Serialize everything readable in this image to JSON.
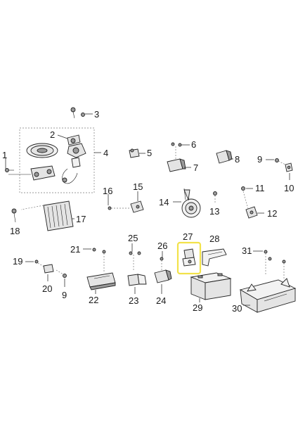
{
  "diagram": {
    "callouts": {
      "c1": "1",
      "c2": "2",
      "c3": "3",
      "c4": "4",
      "c5": "5",
      "c6": "6",
      "c7": "7",
      "c8": "8",
      "c9a": "9",
      "c9b": "9",
      "c10": "10",
      "c11": "11",
      "c12": "12",
      "c13": "13",
      "c14": "14",
      "c15": "15",
      "c16": "16",
      "c17": "17",
      "c18": "18",
      "c19": "19",
      "c20": "20",
      "c21": "21",
      "c22": "22",
      "c23": "23",
      "c24": "24",
      "c25": "25",
      "c26": "26",
      "c27": "27",
      "c28": "28",
      "c29": "29",
      "c30": "30",
      "c31": "31"
    },
    "highlight": {
      "part": "27",
      "color": "#f2e24a"
    }
  }
}
